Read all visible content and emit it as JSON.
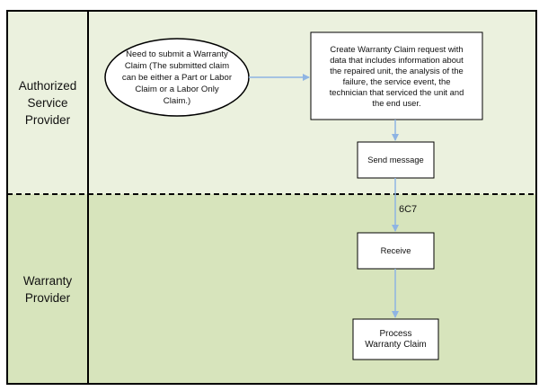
{
  "colors": {
    "lane_top": "#ebf1de",
    "lane_bottom": "#d7e4bc",
    "border": "#000000",
    "arrow": "#8eb4e3"
  },
  "lanes": {
    "authorized_service_provider": "Authorized\nService\nProvider",
    "warranty_provider": "Warranty\nProvider"
  },
  "nodes": {
    "need_claim": "Need to submit a Warranty\nClaim (The submitted claim\ncan be either a Part or Labor\nClaim or a Labor Only\nClaim.)",
    "create_request": "Create Warranty Claim request with\ndata that includes information about\nthe repaired unit, the analysis of the\nfailure, the service event, the\ntechnician that serviced the unit and\nthe end user.",
    "send_message": "Send message",
    "receive": "Receive",
    "process_claim": "Process\nWarranty Claim"
  },
  "message_label": "6C7"
}
